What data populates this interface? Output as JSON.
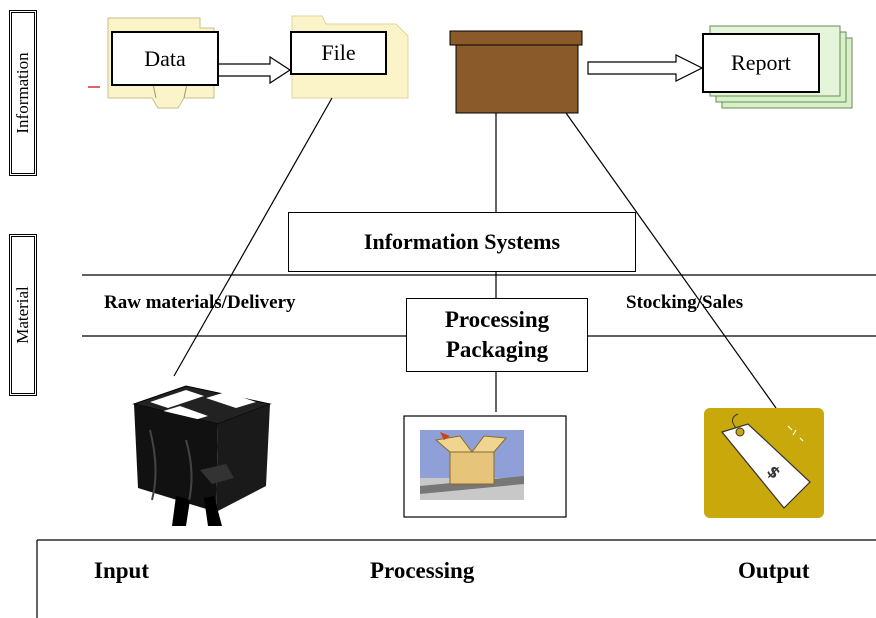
{
  "side_labels": {
    "information": "Information",
    "material": "Material"
  },
  "info_flow": {
    "data": "Data",
    "file": "File",
    "report": "Report"
  },
  "center": {
    "info_systems": "Information Systems",
    "processing": "Processing",
    "packaging": "Packaging"
  },
  "material_band": {
    "left": "Raw materials/Delivery",
    "right": "Stocking/Sales"
  },
  "stages": {
    "input": "Input",
    "processing": "Processing",
    "output": "Output"
  },
  "colors": {
    "folder": "#fbf4c8",
    "box": "#8b5a2b",
    "report_sheet": "#d7f0c6",
    "tag_bg": "#c9a80b"
  }
}
